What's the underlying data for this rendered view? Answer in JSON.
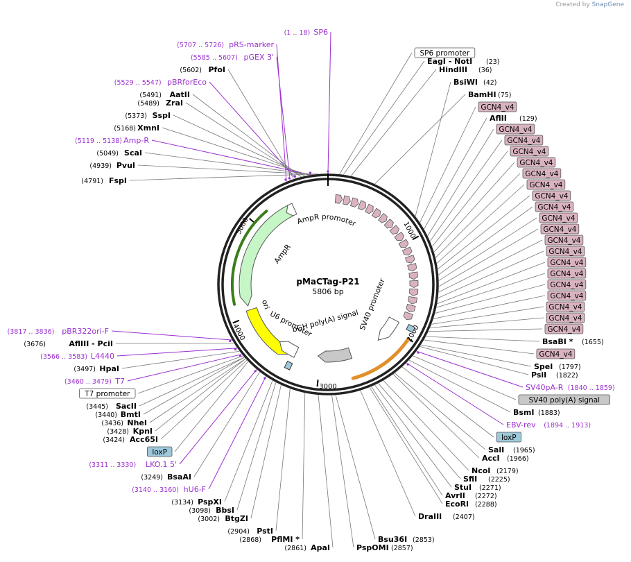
{
  "credit": {
    "prefix": "Created by",
    "brand": "SnapGene"
  },
  "plasmid": {
    "name": "pMaCTag-P21",
    "size": "5806 bp"
  },
  "ticks": [
    "1000",
    "2000",
    "3000",
    "4000",
    "5000"
  ],
  "feature_labels": {
    "ampr_promoter": "AmpR promoter",
    "ampr": "AmpR",
    "ori": "ori",
    "sv40_promoter": "SV40 promoter",
    "bgh": "bGH poly(A) signal",
    "u6": "U6 promoter"
  },
  "labels": [
    {
      "kind": "primer",
      "range": "(1 .. 18)",
      "name": "SP6"
    },
    {
      "kind": "primer",
      "range": "(5707 .. 5726)",
      "name": "pRS-marker"
    },
    {
      "kind": "primer",
      "range": "(5585 .. 5607)",
      "name": "pGEX 3'"
    },
    {
      "kind": "site",
      "pos": "(5602)",
      "name": "PfoI"
    },
    {
      "kind": "primer",
      "range": "(5529 .. 5547)",
      "name": "pBRforEco"
    },
    {
      "kind": "site",
      "pos": "(5491)",
      "name": "AatII"
    },
    {
      "kind": "site",
      "pos": "(5489)",
      "name": "ZraI"
    },
    {
      "kind": "site",
      "pos": "(5373)",
      "name": "SspI"
    },
    {
      "kind": "site",
      "pos": "(5168)",
      "name": "XmnI"
    },
    {
      "kind": "primer",
      "range": "(5119 .. 5138)",
      "name": "Amp-R"
    },
    {
      "kind": "site",
      "pos": "(5049)",
      "name": "ScaI"
    },
    {
      "kind": "site",
      "pos": "(4939)",
      "name": "PvuI"
    },
    {
      "kind": "site",
      "pos": "(4791)",
      "name": "FspI"
    },
    {
      "kind": "primer",
      "range": "(3817 .. 3836)",
      "name": "pBR322ori-F"
    },
    {
      "kind": "site",
      "pos": "(3676)",
      "name": "AflIII",
      "extra": "- PciI"
    },
    {
      "kind": "primer",
      "range": "(3566 .. 3583)",
      "name": "L4440"
    },
    {
      "kind": "site",
      "pos": "(3497)",
      "name": "HpaI"
    },
    {
      "kind": "primer",
      "range": "(3460 .. 3479)",
      "name": "T7"
    },
    {
      "kind": "box",
      "name": "T7 promoter",
      "style": "white"
    },
    {
      "kind": "site",
      "pos": "(3445)",
      "name": "SacII"
    },
    {
      "kind": "site",
      "pos": "(3440)",
      "name": "BmtI"
    },
    {
      "kind": "site",
      "pos": "(3436)",
      "name": "NheI"
    },
    {
      "kind": "site",
      "pos": "(3428)",
      "name": "KpnI"
    },
    {
      "kind": "site",
      "pos": "(3424)",
      "name": "Acc65I"
    },
    {
      "kind": "box",
      "name": "loxP",
      "style": "blue"
    },
    {
      "kind": "primer",
      "range": "(3311 .. 3330)",
      "name": "LKO.1 5'"
    },
    {
      "kind": "site",
      "pos": "(3249)",
      "name": "BsaAI"
    },
    {
      "kind": "primer",
      "range": "(3140 .. 3160)",
      "name": "hU6-F"
    },
    {
      "kind": "site",
      "pos": "(3134)",
      "name": "PspXI"
    },
    {
      "kind": "site",
      "pos": "(3098)",
      "name": "BbsI"
    },
    {
      "kind": "site",
      "pos": "(3002)",
      "name": "BtgZI"
    },
    {
      "kind": "site",
      "pos": "(2904)",
      "name": "PstI"
    },
    {
      "kind": "site",
      "pos": "(2868)",
      "name": "PflMI *"
    },
    {
      "kind": "site",
      "pos": "(2861)",
      "name": "ApaI"
    },
    {
      "kind": "site",
      "pos": "(2857)",
      "name": "PspOMI"
    },
    {
      "kind": "site",
      "pos": "(2853)",
      "name": "Bsu36I"
    },
    {
      "kind": "site",
      "pos": "(2407)",
      "name": "DraIII"
    },
    {
      "kind": "site",
      "pos": "(2288)",
      "name": "EcoRI"
    },
    {
      "kind": "site",
      "pos": "(2272)",
      "name": "AvrII"
    },
    {
      "kind": "site",
      "pos": "(2271)",
      "name": "StuI"
    },
    {
      "kind": "site",
      "pos": "(2225)",
      "name": "SfiI"
    },
    {
      "kind": "site",
      "pos": "(2179)",
      "name": "NcoI"
    },
    {
      "kind": "site",
      "pos": "(1966)",
      "name": "AccI"
    },
    {
      "kind": "site",
      "pos": "(1965)",
      "name": "SalI"
    },
    {
      "kind": "box",
      "name": "loxP",
      "style": "blue"
    },
    {
      "kind": "primer",
      "range": "(1894 .. 1913)",
      "name": "EBV-rev"
    },
    {
      "kind": "site",
      "pos": "(1883)",
      "name": "BsmI"
    },
    {
      "kind": "box",
      "name": "SV40 poly(A) signal",
      "style": "grey"
    },
    {
      "kind": "primer",
      "range": "(1840 .. 1859)",
      "name": "SV40pA-R"
    },
    {
      "kind": "site",
      "pos": "(1822)",
      "name": "PsiI"
    },
    {
      "kind": "site",
      "pos": "(1797)",
      "name": "SpeI"
    },
    {
      "kind": "box",
      "name": "GCN4_v4",
      "style": "pink"
    },
    {
      "kind": "site",
      "pos": "(1655)",
      "name": "BsaBI *"
    },
    {
      "kind": "box",
      "name": "GCN4_v4",
      "style": "pink"
    },
    {
      "kind": "box",
      "name": "GCN4_v4",
      "style": "pink"
    },
    {
      "kind": "box",
      "name": "GCN4_v4",
      "style": "pink"
    },
    {
      "kind": "box",
      "name": "GCN4_v4",
      "style": "pink"
    },
    {
      "kind": "box",
      "name": "GCN4_v4",
      "style": "pink"
    },
    {
      "kind": "box",
      "name": "GCN4_v4",
      "style": "pink"
    },
    {
      "kind": "box",
      "name": "GCN4_v4",
      "style": "pink"
    },
    {
      "kind": "box",
      "name": "GCN4_v4",
      "style": "pink"
    },
    {
      "kind": "box",
      "name": "GCN4_v4",
      "style": "pink"
    },
    {
      "kind": "box",
      "name": "GCN4_v4",
      "style": "pink"
    },
    {
      "kind": "box",
      "name": "GCN4_v4",
      "style": "pink"
    },
    {
      "kind": "box",
      "name": "GCN4_v4",
      "style": "pink"
    },
    {
      "kind": "box",
      "name": "GCN4_v4",
      "style": "pink"
    },
    {
      "kind": "box",
      "name": "GCN4_v4",
      "style": "pink"
    },
    {
      "kind": "box",
      "name": "GCN4_v4",
      "style": "pink"
    },
    {
      "kind": "box",
      "name": "GCN4_v4",
      "style": "pink"
    },
    {
      "kind": "box",
      "name": "GCN4_v4",
      "style": "pink"
    },
    {
      "kind": "box",
      "name": "GCN4_v4",
      "style": "pink"
    },
    {
      "kind": "box",
      "name": "GCN4_v4",
      "style": "pink"
    },
    {
      "kind": "site",
      "pos": "(129)",
      "name": "AflII"
    },
    {
      "kind": "box",
      "name": "GCN4_v4",
      "style": "pink"
    },
    {
      "kind": "site",
      "pos": "(75)",
      "name": "BamHI"
    },
    {
      "kind": "site",
      "pos": "(42)",
      "name": "BsiWI"
    },
    {
      "kind": "site",
      "pos": "(36)",
      "name": "HindIII"
    },
    {
      "kind": "site",
      "pos": "(23)",
      "name": "EagI",
      "extra": "- NotI"
    },
    {
      "kind": "box",
      "name": "SP6 promoter",
      "style": "white"
    }
  ],
  "colors": {
    "primer": "#9b30d0",
    "gcn4": "#d9b3c0",
    "loxp": "#9ec9db",
    "sv40pa": "#c8c8c8",
    "ampr": "#c6f5c6",
    "ori": "#ffff00",
    "promoter": "#ffffff"
  }
}
